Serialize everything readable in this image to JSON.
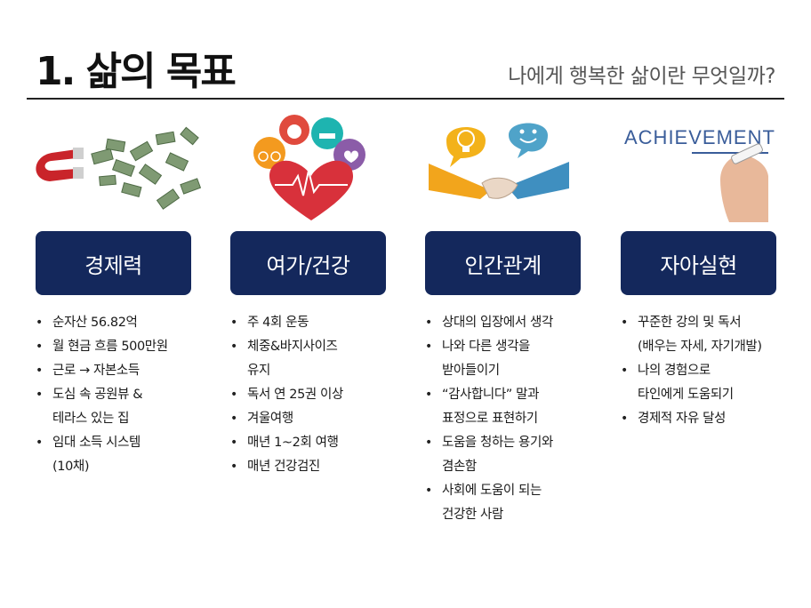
{
  "header": {
    "title": "1. 삶의 목표",
    "subtitle": "나에게 행복한 삶이란 무엇일까?"
  },
  "columns": [
    {
      "label": "경제력",
      "bullets": [
        [
          "순자산 56.82억"
        ],
        [
          "월 현금 흐름 500만원"
        ],
        [
          "근로 → 자본소득"
        ],
        [
          "도심 속 공원뷰 &",
          "테라스 있는 집"
        ],
        [
          "임대 소득 시스템",
          "(10채)"
        ]
      ]
    },
    {
      "label": "여가/건강",
      "bullets": [
        [
          "주 4회 운동"
        ],
        [
          "체중&바지사이즈",
          "유지"
        ],
        [
          "독서 연 25권 이상"
        ],
        [
          "겨울여행"
        ],
        [
          "매년 1~2회 여행"
        ],
        [
          "매년 건강검진"
        ]
      ]
    },
    {
      "label": "인간관계",
      "bullets": [
        [
          "상대의 입장에서 생각"
        ],
        [
          "나와 다른 생각을",
          "받아들이기"
        ],
        [
          "“감사합니다” 말과",
          "표정으로 표현하기"
        ],
        [
          "도움을 청하는 용기와",
          "겸손함"
        ],
        [
          "사회에 도움이 되는",
          "건강한 사람"
        ]
      ]
    },
    {
      "label": "자아실현",
      "image_text": "ACHIEVEMENT",
      "bullets": [
        [
          "꾸준한 강의 및 독서",
          "(배우는 자세, 자기개발)"
        ],
        [
          "나의 경험으로",
          "타인에게 도움되기"
        ],
        [
          "경제적 자유 달성"
        ]
      ]
    }
  ],
  "colors": {
    "label_bg": "#14285c",
    "label_text": "#ffffff",
    "rule": "#222222"
  }
}
